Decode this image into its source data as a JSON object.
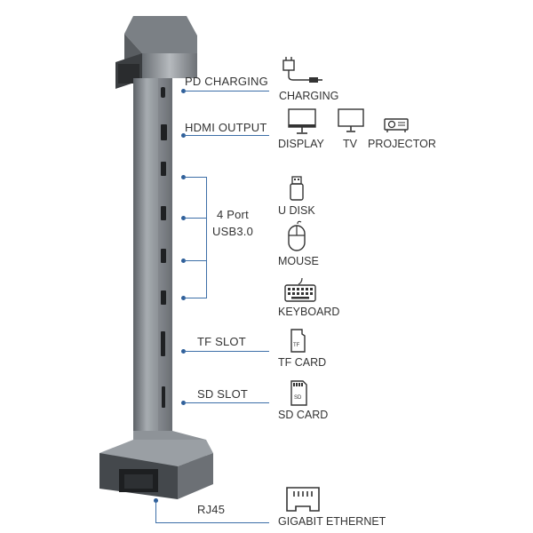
{
  "ports": [
    {
      "label": "PD CHARGING",
      "devices": [
        "CHARGING"
      ]
    },
    {
      "label": "HDMI OUTPUT",
      "devices": [
        "DISPLAY",
        "TV",
        "PROJECTOR"
      ]
    },
    {
      "label_line1": "4 Port",
      "label_line2": "USB3.0",
      "devices": [
        "U DISK",
        "MOUSE",
        "KEYBOARD"
      ]
    },
    {
      "label": "TF SLOT",
      "devices": [
        "TF CARD"
      ]
    },
    {
      "label": "SD SLOT",
      "devices": [
        "SD CARD"
      ]
    },
    {
      "label": "RJ45",
      "devices": [
        "GIGABIT ETHERNET"
      ]
    }
  ],
  "icons": [
    "charger-icon",
    "monitor-icon",
    "tv-icon",
    "projector-icon",
    "usb-disk-icon",
    "mouse-icon",
    "keyboard-icon",
    "tf-card-icon",
    "sd-card-icon",
    "ethernet-port-icon"
  ],
  "colors": {
    "lead_line": "#3d6fa8",
    "device_body": "#8e9398",
    "device_dark": "#3f4347"
  }
}
